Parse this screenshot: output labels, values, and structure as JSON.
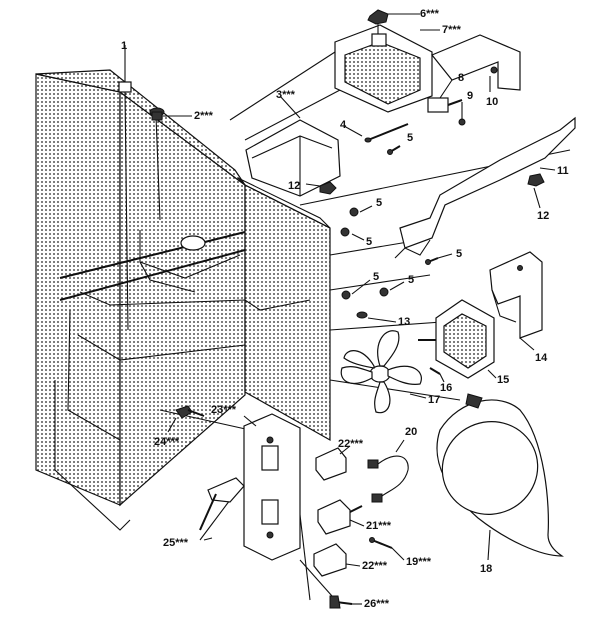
{
  "diagram": {
    "labels": {
      "p1": "1",
      "p2": "2***",
      "p3": "3***",
      "p4": "4",
      "p5a": "5",
      "p5b": "5",
      "p5c": "5",
      "p5d": "5",
      "p5e": "5",
      "p5f": "5",
      "p6": "6***",
      "p7": "7***",
      "p8": "8",
      "p9": "9",
      "p10": "10",
      "p11": "11",
      "p12a": "12",
      "p12b": "12",
      "p13": "13",
      "p14": "14",
      "p15": "15",
      "p16": "16",
      "p17": "17",
      "p18": "18",
      "p19": "19***",
      "p20": "20",
      "p21": "21***",
      "p22a": "22***",
      "p22b": "22***",
      "p23": "23***",
      "p24": "24***",
      "p25": "25***",
      "p26": "26***"
    }
  }
}
